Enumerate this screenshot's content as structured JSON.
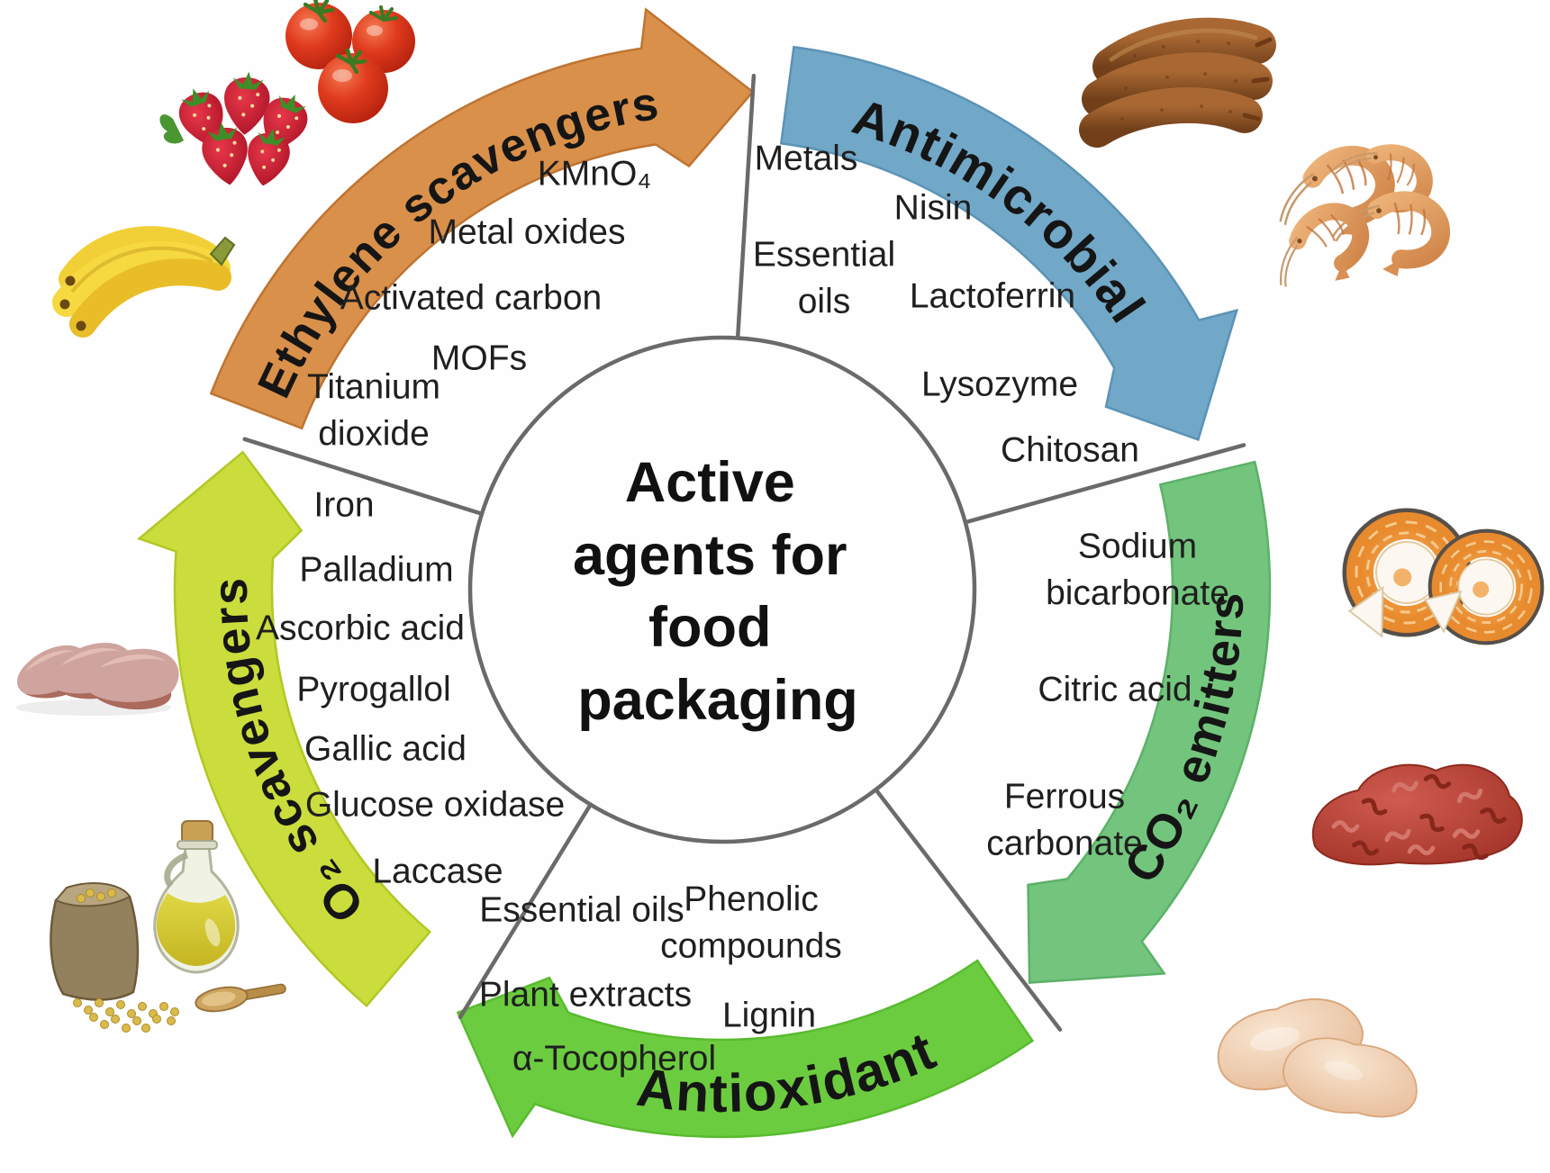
{
  "figure": "circular diagram of active agents for food packaging",
  "center": {
    "lines": [
      "Active",
      "agents for",
      "food",
      "packaging"
    ]
  },
  "sections": [
    {
      "id": "ethylene-scavengers",
      "label": "Ethylene scavengers",
      "color": "#D9904A",
      "items": [
        [
          "KMnO₄"
        ],
        [
          "Metal oxides"
        ],
        [
          "Activated carbon"
        ],
        [
          "MOFs"
        ],
        [
          "Titanium",
          "dioxide"
        ]
      ]
    },
    {
      "id": "antimicrobial",
      "label": "Antimicrobial",
      "color": "#71A7C7",
      "items": [
        [
          "Metals"
        ],
        [
          "Nisin"
        ],
        [
          "Essential",
          "oils"
        ],
        [
          "Lactoferrin"
        ],
        [
          "Lysozyme"
        ],
        [
          "Chitosan"
        ]
      ]
    },
    {
      "id": "co2-emitters",
      "label": "CO₂ emitters",
      "color": "#73C57D",
      "items": [
        [
          "Sodium",
          "bicarbonate"
        ],
        [
          "Citric acid"
        ],
        [
          "Ferrous",
          "carbonate"
        ]
      ]
    },
    {
      "id": "antioxidant",
      "label": "Antioxidant",
      "color": "#6CCC40",
      "items": [
        [
          "Essential oils"
        ],
        [
          "Phenolic",
          "compounds"
        ],
        [
          "Plant extracts"
        ],
        [
          "Lignin"
        ],
        [
          "α-Tocopherol"
        ]
      ]
    },
    {
      "id": "o2-scavengers",
      "label": "O₂ scavengers",
      "color": "#CADD3C",
      "items": [
        [
          "Iron"
        ],
        [
          "Palladium"
        ],
        [
          "Ascorbic acid"
        ],
        [
          "Pyrogallol"
        ],
        [
          "Gallic acid"
        ],
        [
          "Glucose oxidase"
        ],
        [
          "Laccase"
        ]
      ]
    }
  ],
  "foods": [
    {
      "name": "tomatoes"
    },
    {
      "name": "strawberries"
    },
    {
      "name": "bananas"
    },
    {
      "name": "sausages"
    },
    {
      "name": "shrimp"
    },
    {
      "name": "salmon-steaks"
    },
    {
      "name": "ground-meat"
    },
    {
      "name": "chicken-breasts"
    },
    {
      "name": "ham-slices"
    },
    {
      "name": "oil-bottle-and-seeds"
    }
  ],
  "colors": {
    "outline_gray": "#6a6a6a",
    "text": "#1f1f1f",
    "background": "#fefefe"
  }
}
